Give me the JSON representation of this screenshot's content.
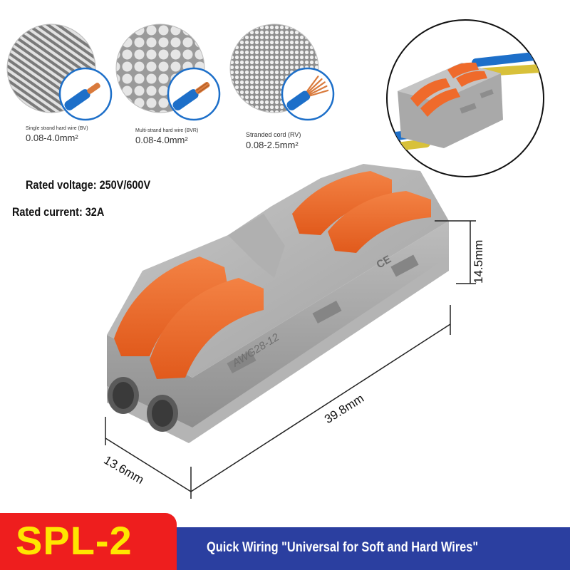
{
  "wire_types": [
    {
      "caption": "Single strand hard wire (BV)",
      "range": "0.08-4.0mm²"
    },
    {
      "caption": "Multi-strand hard wire (BVR)",
      "range": "0.08-4.0mm²"
    },
    {
      "caption": "Stranded cord (RV)",
      "range": "0.08-2.5mm²"
    }
  ],
  "specs": {
    "rated_voltage": "Rated voltage: 250V/600V",
    "rated_current": "Rated current: 32A"
  },
  "dimensions": {
    "height": "14.5mm",
    "length": "39.8mm",
    "width": "13.6mm"
  },
  "product_markings": {
    "gauge": "AWG28-12",
    "cert": "CE"
  },
  "footer": {
    "model": "SPL-2",
    "tagline": "Quick Wiring \"Universal for Soft and Hard Wires\""
  },
  "colors": {
    "lever_orange": "#ef6a2b",
    "body_gray": "#a6a6a6",
    "footer_red": "#ee1e1e",
    "footer_blue": "#2b3fa0",
    "model_yellow": "#ffe600",
    "wire_blue": "#1d6fc9",
    "copper": "#d97a3c"
  }
}
